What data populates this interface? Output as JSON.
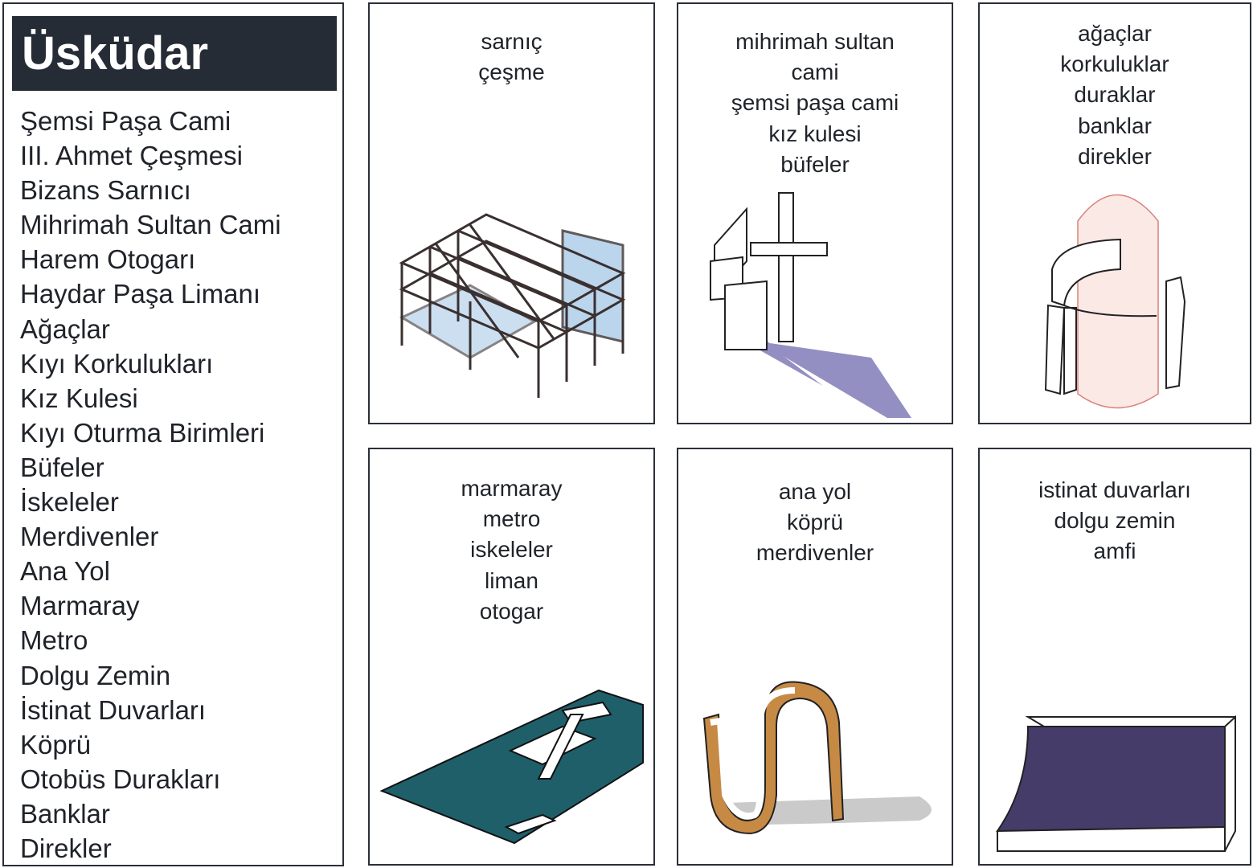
{
  "title": "Üsküdar",
  "places": [
    "Şemsi Paşa Cami",
    "III. Ahmet Çeşmesi",
    "Bizans Sarnıcı",
    "Mihrimah Sultan Cami",
    "Harem Otogarı",
    "Haydar Paşa Limanı",
    "Ağaçlar",
    "Kıyı Korkulukları",
    "Kız Kulesi",
    "Kıyı Oturma Birimleri",
    "Büfeler",
    "İskeleler",
    "Merdivenler",
    "Ana Yol",
    "Marmaray",
    "Metro",
    "Dolgu Zemin",
    "İstinat Duvarları",
    "Köprü",
    "Otobüs Durakları",
    "Banklar",
    "Direkler"
  ],
  "cards": [
    {
      "lines": [
        "sarnıç",
        "çeşme"
      ],
      "icon": "grid-frame-icon",
      "color": "#a9cbe8"
    },
    {
      "lines": [
        "mihrimah sultan",
        "cami",
        "şemsi paşa cami",
        "kız kulesi",
        "büfeler"
      ],
      "icon": "vertical-planes-icon",
      "color": "#6f6aae"
    },
    {
      "lines": [
        "ağaçlar",
        "korkuluklar",
        "duraklar",
        "banklar",
        "direkler"
      ],
      "icon": "cylinder-wrap-icon",
      "color": "#d9837a"
    },
    {
      "lines": [
        "marmaray",
        "metro",
        "iskeleler",
        "liman",
        "otogar"
      ],
      "icon": "slab-openings-icon",
      "color": "#1f5f6a"
    },
    {
      "lines": [
        "ana yol",
        "köprü",
        "merdivenler"
      ],
      "icon": "folded-ribbon-icon",
      "color": "#c68a45"
    },
    {
      "lines": [
        "istinat duvarları",
        "dolgu zemin",
        "amfi"
      ],
      "icon": "curved-wall-icon",
      "color": "#463c6a"
    }
  ]
}
